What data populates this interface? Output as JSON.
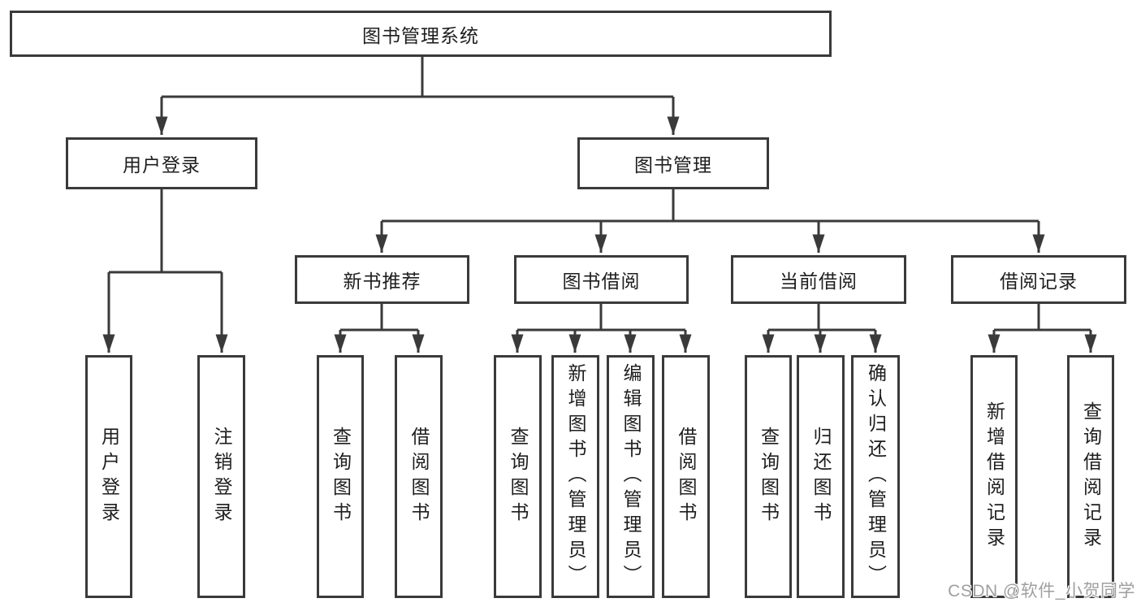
{
  "tree": {
    "label": "图书管理系统",
    "children": [
      {
        "label": "用户登录",
        "children": [
          {
            "label": "用户登录"
          },
          {
            "label": "注销登录"
          }
        ]
      },
      {
        "label": "图书管理",
        "children": [
          {
            "label": "新书推荐",
            "children": [
              {
                "label": "查询图书"
              },
              {
                "label": "借阅图书"
              }
            ]
          },
          {
            "label": "图书借阅",
            "children": [
              {
                "label": "查询图书"
              },
              {
                "label": "新增图书（管理员）"
              },
              {
                "label": "编辑图书（管理员）"
              },
              {
                "label": "借阅图书"
              }
            ]
          },
          {
            "label": "当前借阅",
            "children": [
              {
                "label": "查询图书"
              },
              {
                "label": "归还图书"
              },
              {
                "label": "确认归还（管理员）"
              }
            ]
          },
          {
            "label": "借阅记录",
            "children": [
              {
                "label": "新增借阅记录"
              },
              {
                "label": "查询借阅记录"
              }
            ]
          }
        ]
      }
    ]
  },
  "watermark": {
    "text": "CSDN @软件_小贺同学"
  },
  "colors": {
    "line": "#3a3a3a",
    "text": "#1e1e1e",
    "background": "#ffffff",
    "watermark_text": "#9f9f9f"
  }
}
